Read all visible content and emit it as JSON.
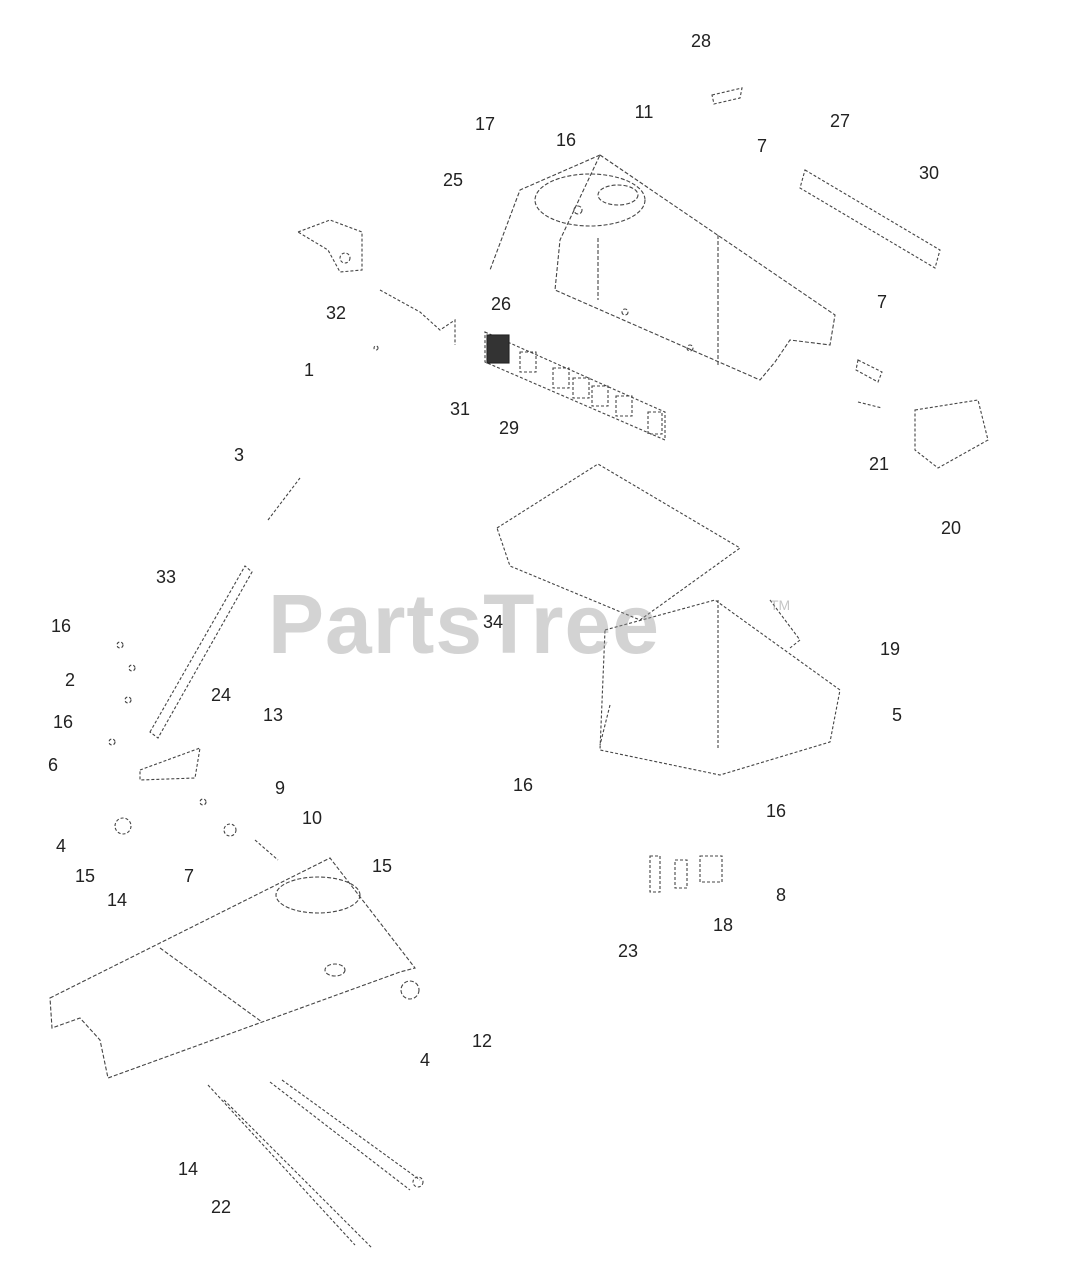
{
  "watermark": {
    "text": "PartsTree",
    "tm": "TM",
    "color": "#969696"
  },
  "callouts": [
    {
      "id": "28",
      "label": "28"
    },
    {
      "id": "11",
      "label": "11"
    },
    {
      "id": "17",
      "label": "17"
    },
    {
      "id": "16a",
      "label": "16"
    },
    {
      "id": "27",
      "label": "27"
    },
    {
      "id": "7a",
      "label": "7"
    },
    {
      "id": "30",
      "label": "30"
    },
    {
      "id": "25",
      "label": "25"
    },
    {
      "id": "26",
      "label": "26"
    },
    {
      "id": "7b",
      "label": "7"
    },
    {
      "id": "32",
      "label": "32"
    },
    {
      "id": "1",
      "label": "1"
    },
    {
      "id": "31",
      "label": "31"
    },
    {
      "id": "29",
      "label": "29"
    },
    {
      "id": "21",
      "label": "21"
    },
    {
      "id": "3",
      "label": "3"
    },
    {
      "id": "20",
      "label": "20"
    },
    {
      "id": "33",
      "label": "33"
    },
    {
      "id": "16b",
      "label": "16"
    },
    {
      "id": "34",
      "label": "34"
    },
    {
      "id": "19",
      "label": "19"
    },
    {
      "id": "2",
      "label": "2"
    },
    {
      "id": "24",
      "label": "24"
    },
    {
      "id": "16c",
      "label": "16"
    },
    {
      "id": "13",
      "label": "13"
    },
    {
      "id": "5",
      "label": "5"
    },
    {
      "id": "6",
      "label": "6"
    },
    {
      "id": "16d",
      "label": "16"
    },
    {
      "id": "9",
      "label": "9"
    },
    {
      "id": "16e",
      "label": "16"
    },
    {
      "id": "10",
      "label": "10"
    },
    {
      "id": "4a",
      "label": "4"
    },
    {
      "id": "15a",
      "label": "15"
    },
    {
      "id": "7c",
      "label": "7"
    },
    {
      "id": "15b",
      "label": "15"
    },
    {
      "id": "14a",
      "label": "14"
    },
    {
      "id": "8",
      "label": "8"
    },
    {
      "id": "18",
      "label": "18"
    },
    {
      "id": "23",
      "label": "23"
    },
    {
      "id": "12",
      "label": "12"
    },
    {
      "id": "4b",
      "label": "4"
    },
    {
      "id": "14b",
      "label": "14"
    },
    {
      "id": "22",
      "label": "22"
    }
  ]
}
